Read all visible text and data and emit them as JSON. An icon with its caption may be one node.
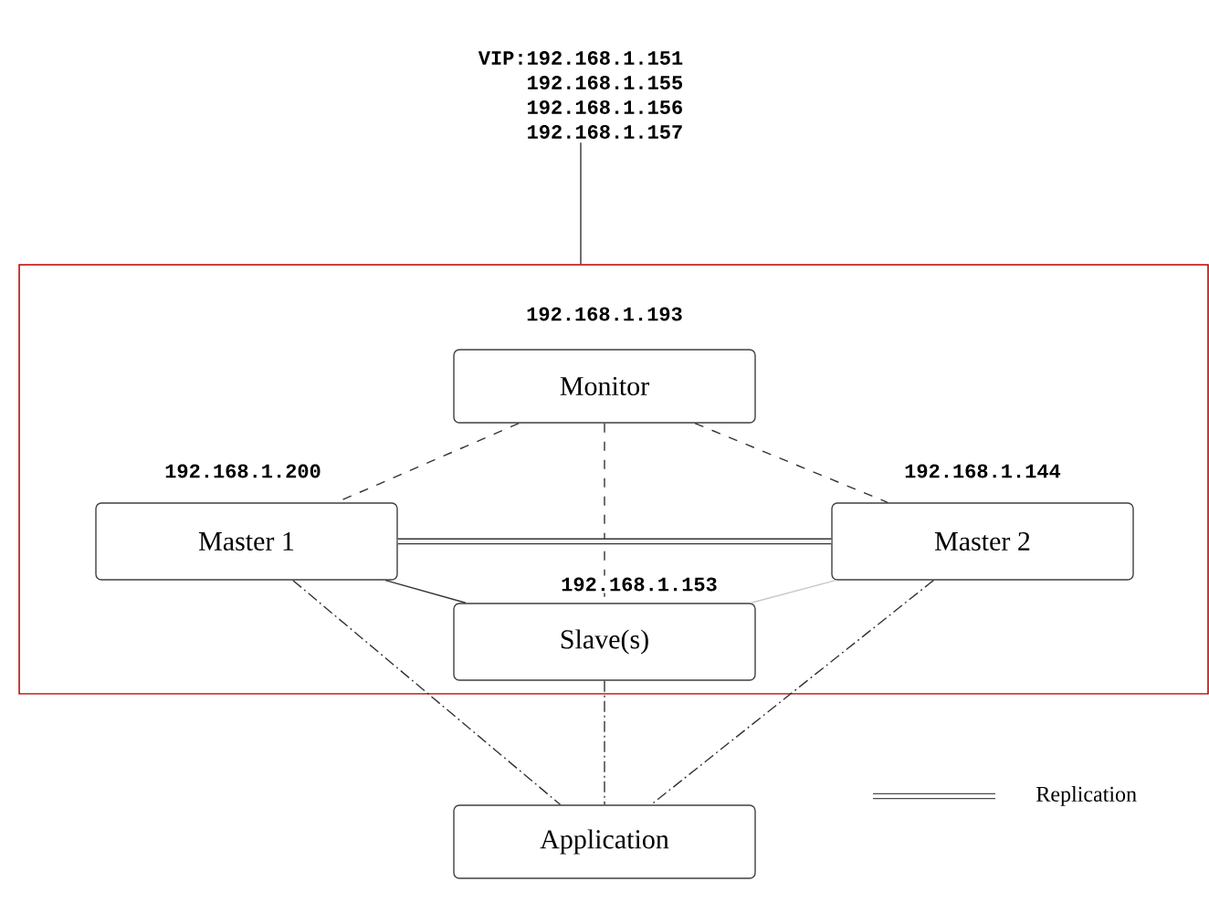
{
  "diagram": {
    "nodes": [
      {
        "text": [
          "VIP:192.168.1.151",
          "192.168.1.155",
          "192.168.1.156",
          "192.168.1.157"
        ]
      },
      {
        "text": [],
        "shape": "box"
      },
      {
        "text": [
          "Monitor"
        ],
        "beside": [
          "192.168.1.193"
        ],
        "in": 1
      },
      {
        "text": [
          "Master 1"
        ],
        "beside": [
          "192.168.1.200"
        ],
        "in": 1
      },
      {
        "text": [
          "Master 2"
        ],
        "beside": [
          "192.168.1.144"
        ],
        "in": 1
      },
      {
        "text": [
          "Slave(s)"
        ],
        "beside": [
          "192.168.1.153"
        ],
        "in": 1
      },
      {
        "text": [
          "Application"
        ]
      }
    ],
    "edges": [
      {
        "from": 0,
        "to": 1,
        "arrow": "none"
      },
      {
        "from": 2,
        "to": 3,
        "arrow": "none",
        "style": "dashed"
      },
      {
        "from": 2,
        "to": 4,
        "arrow": "none",
        "style": "dashed"
      },
      {
        "from": 2,
        "to": 5,
        "arrow": "none",
        "style": "dashed"
      },
      {
        "from": 3,
        "to": 4,
        "arrow": "none",
        "style": "thick"
      },
      {
        "from": 3,
        "to": 5,
        "arrow": "none"
      },
      {
        "from": 4,
        "to": 5,
        "arrow": "none",
        "color": "#c8c8c8"
      },
      {
        "from": 3,
        "to": 6,
        "arrow": "none",
        "style": "dashed"
      },
      {
        "from": 4,
        "to": 6,
        "arrow": "none",
        "style": "dashed"
      },
      {
        "from": 5,
        "to": 6,
        "arrow": "none",
        "style": "dashed"
      }
    ],
    "legend": [
      {
        "text": "Replication"
      }
    ]
  }
}
